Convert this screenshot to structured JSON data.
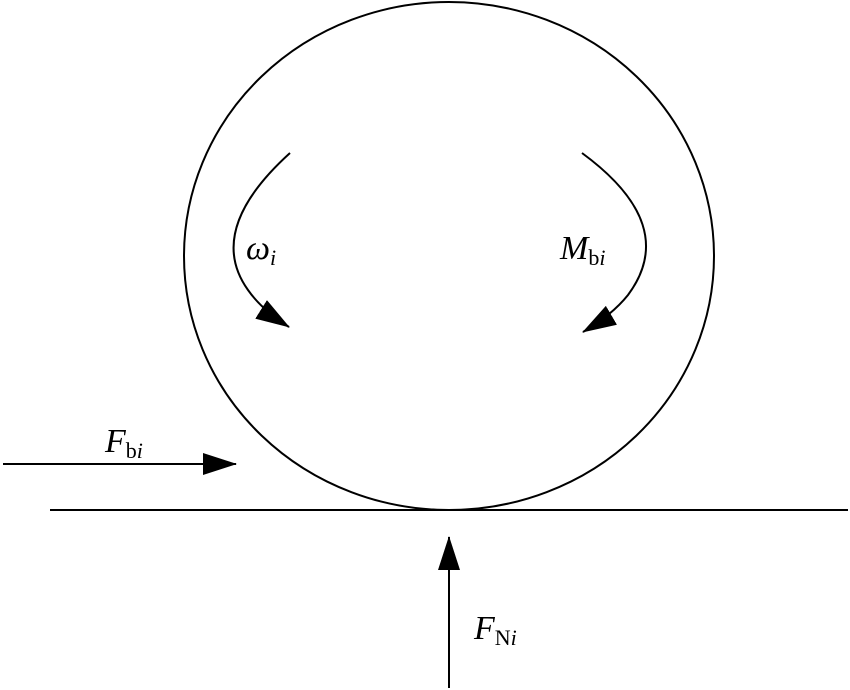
{
  "labels": {
    "omega": {
      "main": "ω",
      "sub": "i"
    },
    "moment": {
      "main": "M",
      "sub_upright": "b",
      "sub_italic": "i"
    },
    "brake_force": {
      "main": "F",
      "sub_upright": "b",
      "sub_italic": "i"
    },
    "normal_force": {
      "main": "F",
      "sub_upright": "N",
      "sub_italic": "i"
    }
  },
  "colors": {
    "stroke": "#000000",
    "background": "#ffffff"
  }
}
